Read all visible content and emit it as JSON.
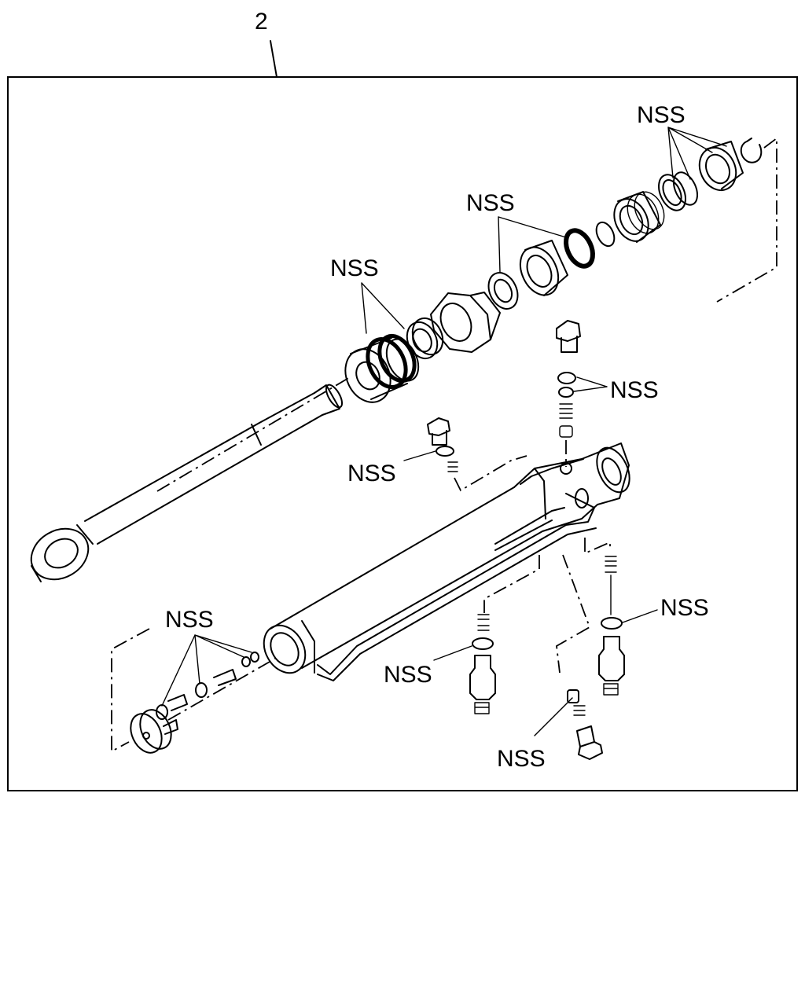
{
  "callout_number": "2",
  "labels": {
    "seal_kit_top_right": "NSS",
    "seal_kit_upper_mid": "NSS",
    "piston_seals": "NSS",
    "grease_fitting_washers": "NSS",
    "valve_washer_left": "NSS",
    "end_cap_seals": "NSS",
    "check_valve_right": "NSS",
    "check_valve_mid": "NSS",
    "bottom_port_plug": "NSS"
  },
  "colors": {
    "line": "#000000",
    "background": "#ffffff"
  }
}
